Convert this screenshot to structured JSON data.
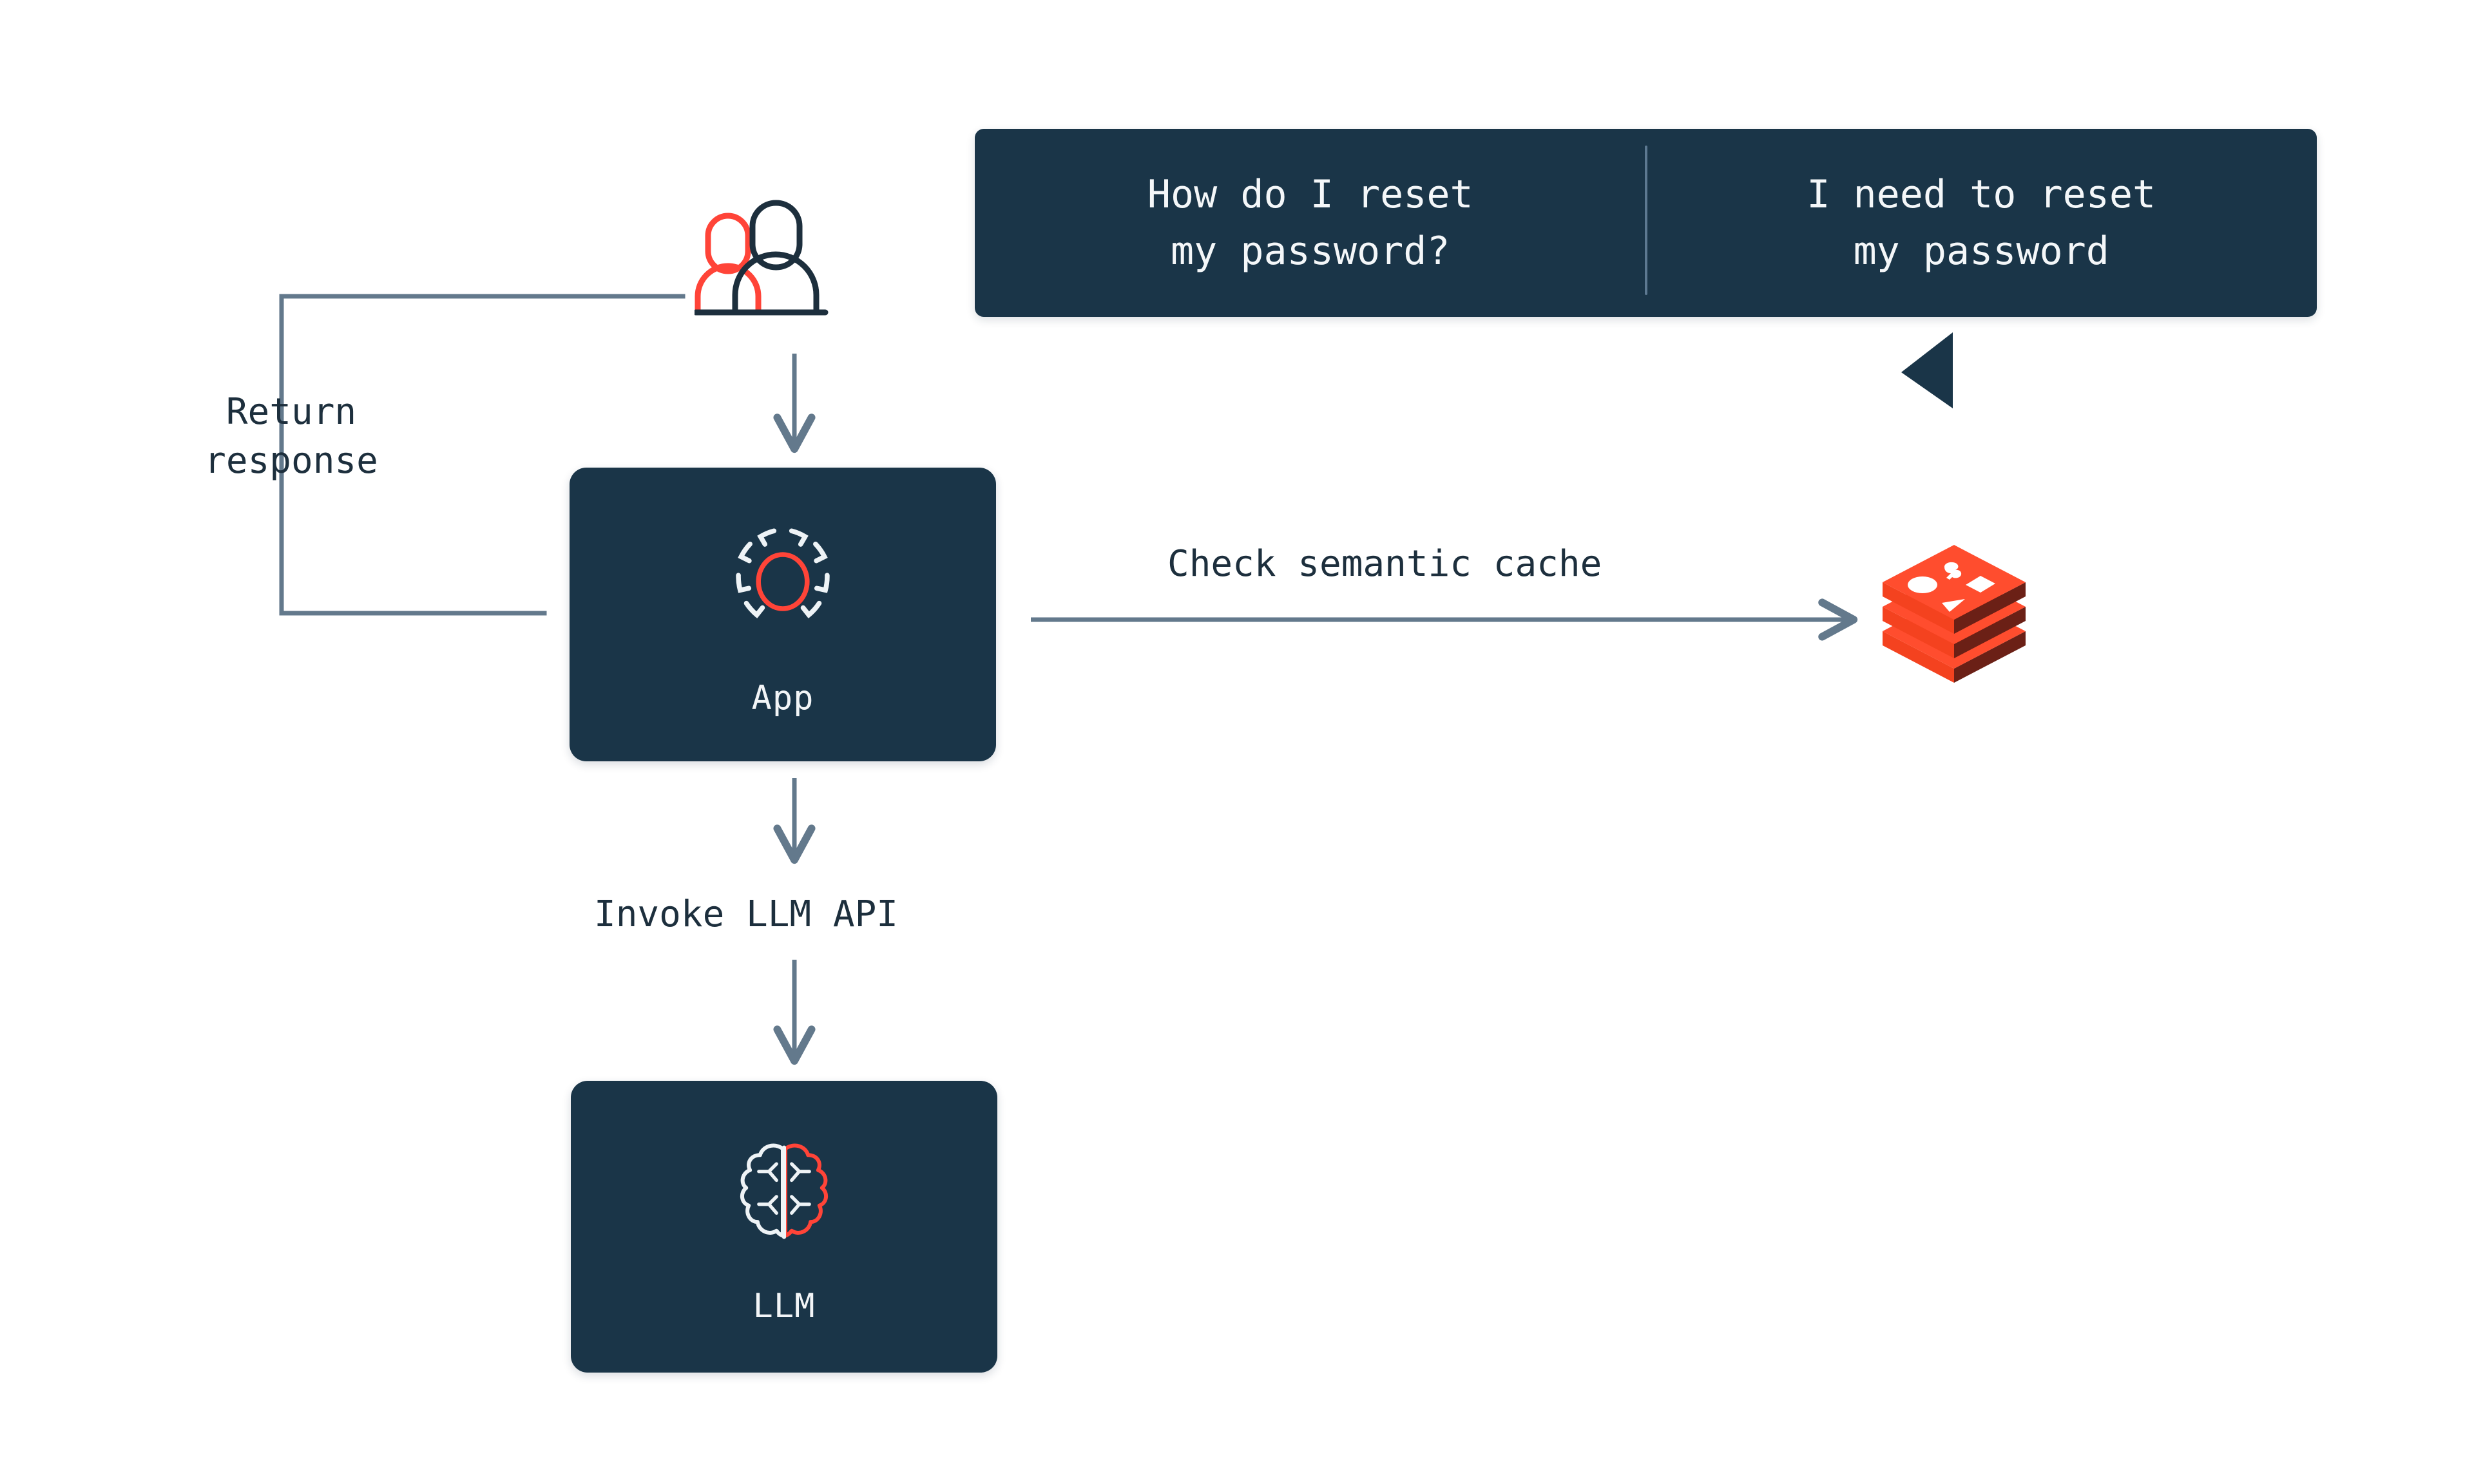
{
  "diagram": {
    "title": "LLM semantic cache flow",
    "background_color": "#ffffff",
    "node_fill_color": "#1a3548",
    "accent_color": "#ff4438",
    "line_color": "#63798c",
    "text_color": "#1d2f3d"
  },
  "actor": {
    "name": "users",
    "icon": "users-icon"
  },
  "callout": {
    "variants": [
      {
        "id": "variant-question",
        "text": "How do I reset\nmy password?"
      },
      {
        "id": "variant-statement",
        "text": "I need to reset\nmy password"
      }
    ]
  },
  "nodes": [
    {
      "id": "app",
      "label": "App",
      "icon": "app-gear-icon"
    },
    {
      "id": "llm",
      "label": "LLM",
      "icon": "brain-icon"
    },
    {
      "id": "cache",
      "label": "",
      "icon": "redis-cube-icon"
    }
  ],
  "edges": [
    {
      "id": "user-to-app",
      "label": ""
    },
    {
      "id": "app-to-cache",
      "label": "Check semantic cache"
    },
    {
      "id": "app-to-llm",
      "label": "Invoke LLM API"
    },
    {
      "id": "app-to-user",
      "label": "Return\nresponse"
    }
  ]
}
